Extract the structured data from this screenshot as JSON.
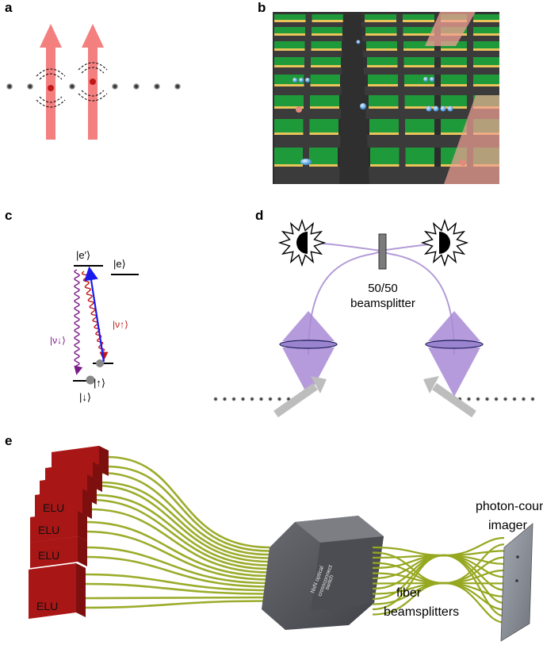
{
  "panels": {
    "a": {
      "label": "a"
    },
    "b": {
      "label": "b"
    },
    "c": {
      "label": "c",
      "level_e_prime": "|e′⟩",
      "level_e": "|e⟩",
      "photon_down": "|ν↓⟩",
      "photon_up": "|ν↑⟩",
      "ground_down": "|↓⟩",
      "ground_up": "|↑⟩"
    },
    "d": {
      "label": "d",
      "beamsplitter_ratio": "50/50",
      "beamsplitter_word": "beamsplitter"
    },
    "e": {
      "label": "e",
      "elu_labels": [
        "ELU",
        "ELU",
        "ELU",
        "ELU"
      ],
      "switch_lines": [
        "NxN optical",
        "crossconnect",
        "switch"
      ],
      "imager_label_lines": [
        "photon-counting",
        "imager"
      ],
      "fiber_label_lines": [
        "fiber",
        "beamsplitters"
      ]
    }
  },
  "colors": {
    "laser": "#f47f7f",
    "grid_green": "#1f9a3a",
    "grid_road": "#3b3b3b",
    "grid_edge": "#e8c45a",
    "arrow_blue": "#1a1aee",
    "wave_red": "#c01818",
    "wave_purple": "#7a1a88",
    "fiber": "#b39bd8",
    "lens_fill": "#a98ad6",
    "elu_red": "#a81616",
    "cable_olive": "#96a820",
    "switch_grey": "#55575c",
    "imager_grey": "#8c9099"
  }
}
